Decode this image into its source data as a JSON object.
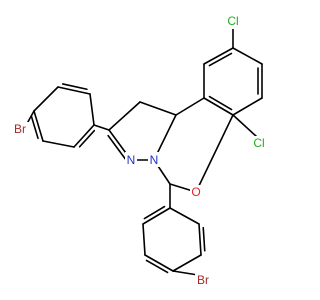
{
  "colors": {
    "bond": "#000000",
    "Br": "#a52a2a",
    "Cl": "#1fae1f",
    "N": "#2233cc",
    "O": "#e8202a"
  },
  "atoms": {
    "br_left": "Br",
    "br_bottom": "Br",
    "cl_top": "Cl",
    "cl_right": "Cl",
    "n_imine": "N",
    "n_ring": "N",
    "o_ring": "O"
  }
}
